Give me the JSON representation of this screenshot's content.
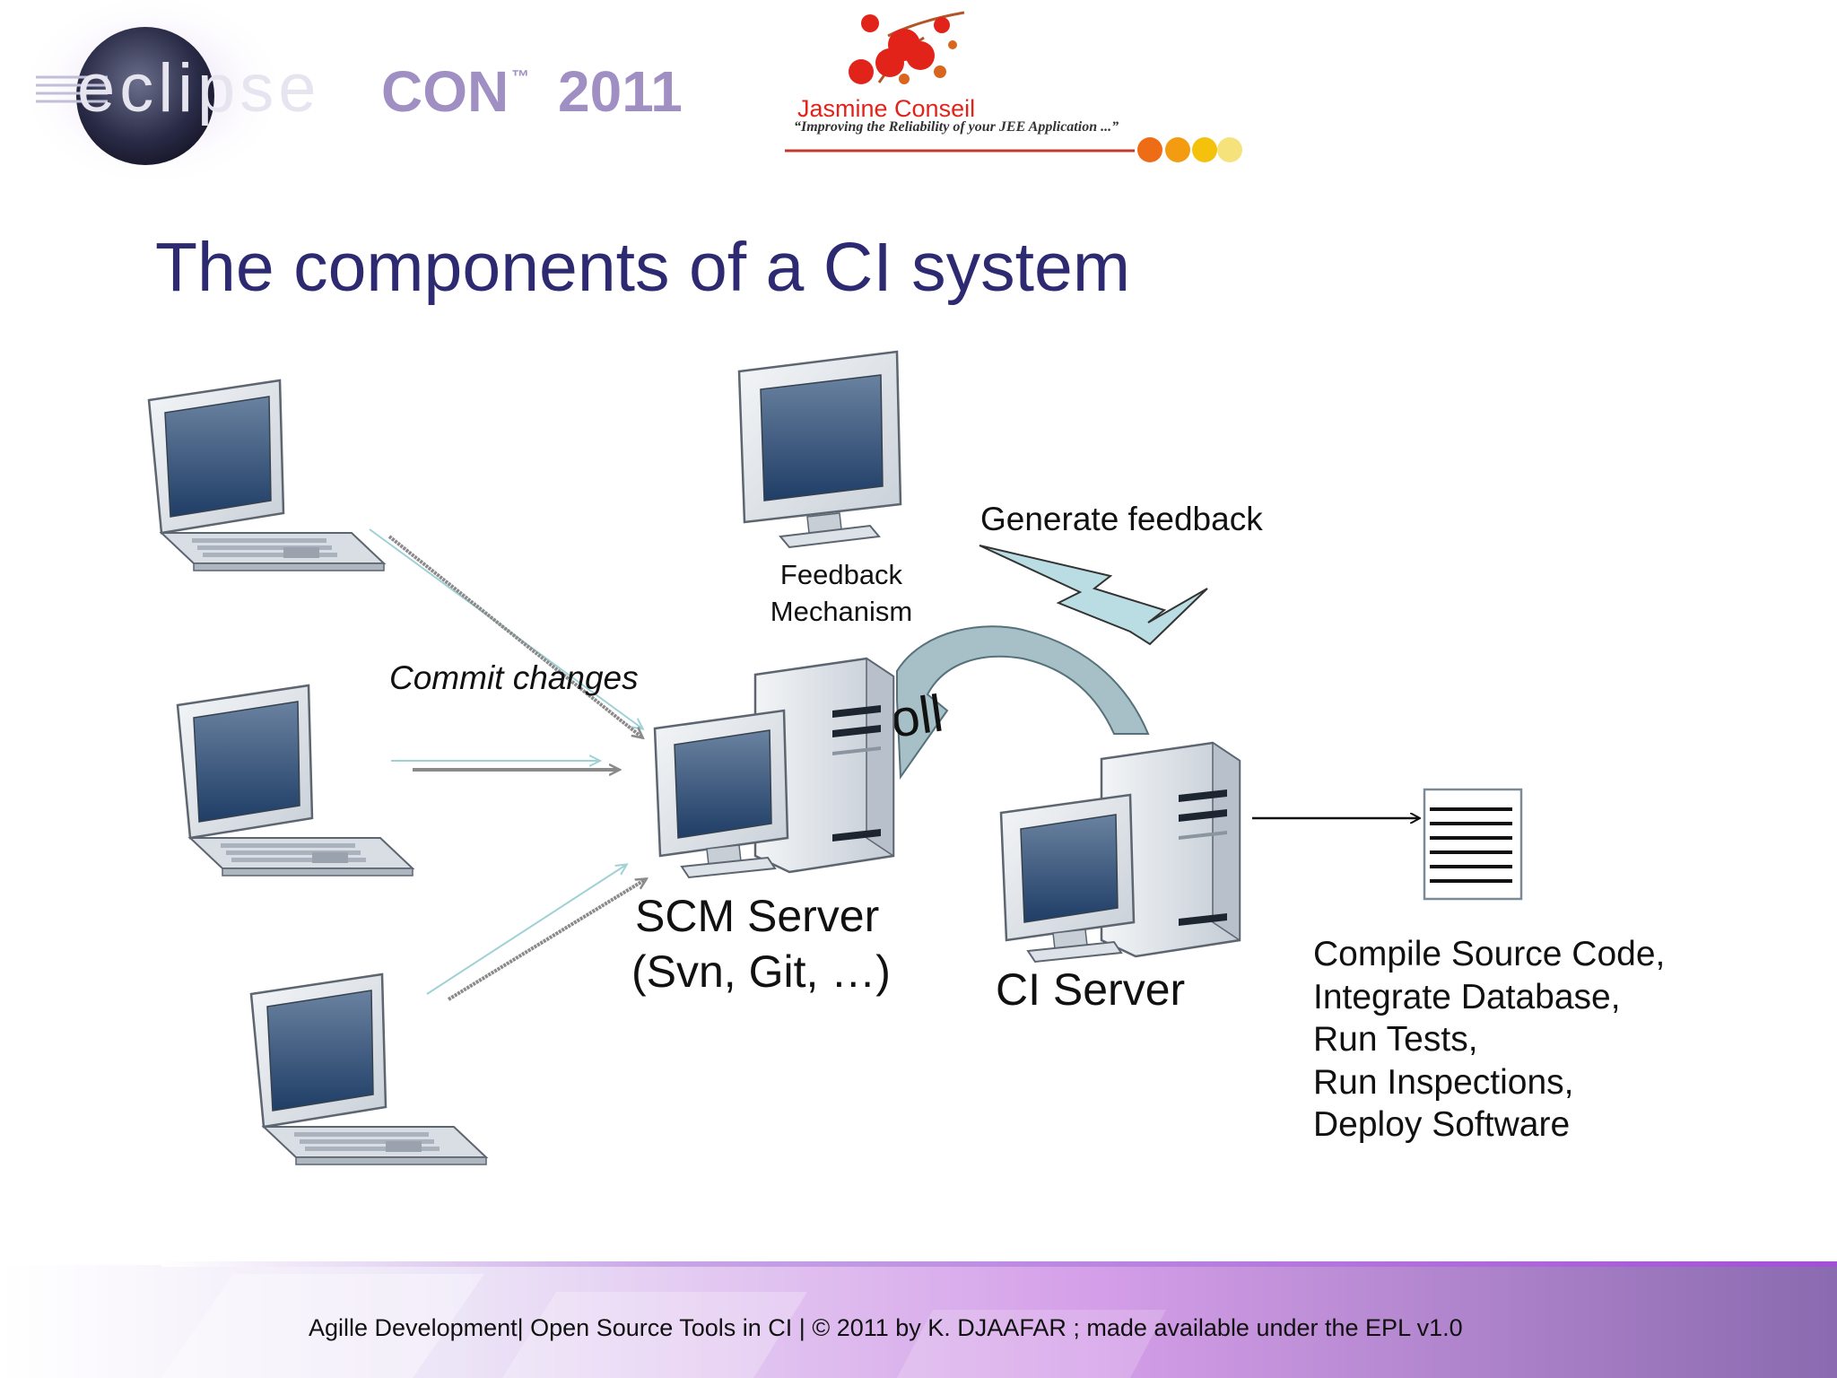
{
  "slide": {
    "title": "The components of a CI system",
    "footer": "Agille Development|  Open Source Tools in CI  |  © 2011 by K. DJAAFAR ; made available under the EPL v1.0"
  },
  "header": {
    "eclipsecon_logo": {
      "word": "eclipse",
      "con": "CON",
      "tm": "™",
      "year": "2011"
    },
    "jasmine_logo": {
      "name": "Jasmine Conseil",
      "tagline": "“Improving the Reliability of your JEE Application ...”"
    }
  },
  "diagram": {
    "feedback_caption_line1": "Feedback",
    "feedback_caption_line2": "Mechanism",
    "generate_feedback": "Generate feedback",
    "commit_changes": "Commit changes",
    "poll": "oll",
    "scm_line1": "SCM Server",
    "scm_line2": "(Svn, Git, …)",
    "ci_server": "CI Server",
    "tasks": [
      "Compile Source Code,",
      "Integrate Database,",
      "Run Tests,",
      "Run Inspections,",
      "Deploy Software"
    ]
  },
  "colors": {
    "title": "#2e2a72",
    "screen_top": "#5f7795",
    "screen_bottom": "#1f3d66",
    "lightning": "#b9dde3",
    "poll_arrow": "#a7c0c8",
    "footer_band": "#c9a3e0",
    "jasmine_red": "#e2231a"
  }
}
